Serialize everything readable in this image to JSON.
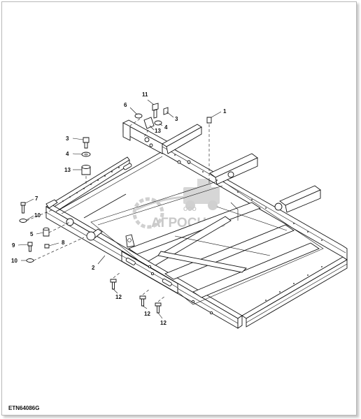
{
  "figure_code": "ETN64086G",
  "watermark": {
    "company": "АГРОСНАБ",
    "prefix": "ООО"
  },
  "callouts": [
    {
      "key": "c1",
      "label": "1"
    },
    {
      "key": "c2",
      "label": "2"
    },
    {
      "key": "c3a",
      "label": "3"
    },
    {
      "key": "c3b",
      "label": "3"
    },
    {
      "key": "c4a",
      "label": "4"
    },
    {
      "key": "c4b",
      "label": "4"
    },
    {
      "key": "c5",
      "label": "5"
    },
    {
      "key": "c6",
      "label": "6"
    },
    {
      "key": "c7",
      "label": "7"
    },
    {
      "key": "c8",
      "label": "8"
    },
    {
      "key": "c9",
      "label": "9"
    },
    {
      "key": "c10a",
      "label": "10"
    },
    {
      "key": "c10b",
      "label": "10"
    },
    {
      "key": "c11",
      "label": "11"
    },
    {
      "key": "c12a",
      "label": "12"
    },
    {
      "key": "c12b",
      "label": "12"
    },
    {
      "key": "c12c",
      "label": "12"
    },
    {
      "key": "c13a",
      "label": "13"
    },
    {
      "key": "c13b",
      "label": "13"
    }
  ]
}
